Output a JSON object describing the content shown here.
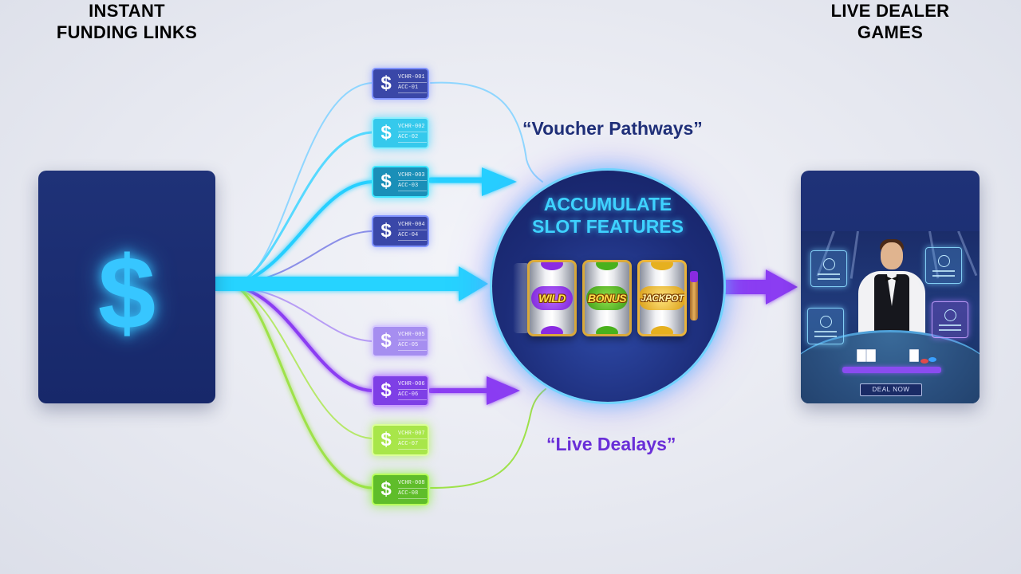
{
  "left_panel": {
    "title_line1": "INSTANT",
    "title_line2": "FUNDING LINKS",
    "icon": "dollar-icon",
    "symbol": "$"
  },
  "center_circle": {
    "title_line1": "ACCUMULATE",
    "title_line2": "SLOT FEATURES",
    "reels": [
      "WILD",
      "BONUS",
      "JACKPOT"
    ]
  },
  "right_panel": {
    "title_line1": "LIVE DEALER",
    "title_line2": "GAMES",
    "button_label": "DEAL NOW"
  },
  "callouts": {
    "top": "“Voucher Pathways”",
    "bottom": "“Live Dealays”"
  },
  "vouchers": [
    {
      "color": "navy",
      "symbol": "$",
      "line1": "VCHR-001",
      "line2": "ACC-01"
    },
    {
      "color": "cyan",
      "symbol": "$",
      "line1": "VCHR-002",
      "line2": "ACC-02"
    },
    {
      "color": "teal",
      "symbol": "$",
      "line1": "VCHR-003",
      "line2": "ACC-03"
    },
    {
      "color": "navy",
      "symbol": "$",
      "line1": "VCHR-004",
      "line2": "ACC-04"
    },
    {
      "color": "lavender",
      "symbol": "$",
      "line1": "VCHR-005",
      "line2": "ACC-05"
    },
    {
      "color": "purple",
      "symbol": "$",
      "line1": "VCHR-006",
      "line2": "ACC-06"
    },
    {
      "color": "lime",
      "symbol": "$",
      "line1": "VCHR-007",
      "line2": "ACC-07"
    },
    {
      "color": "green",
      "symbol": "$",
      "line1": "VCHR-008",
      "line2": "ACC-08"
    }
  ],
  "colors": {
    "panel": "#1f3278",
    "cyan": "#2fd6ff",
    "purple": "#8b3cf2",
    "green": "#9ee24a",
    "navy_text": "#1f2f78",
    "purple_text": "#6a2fd8"
  }
}
